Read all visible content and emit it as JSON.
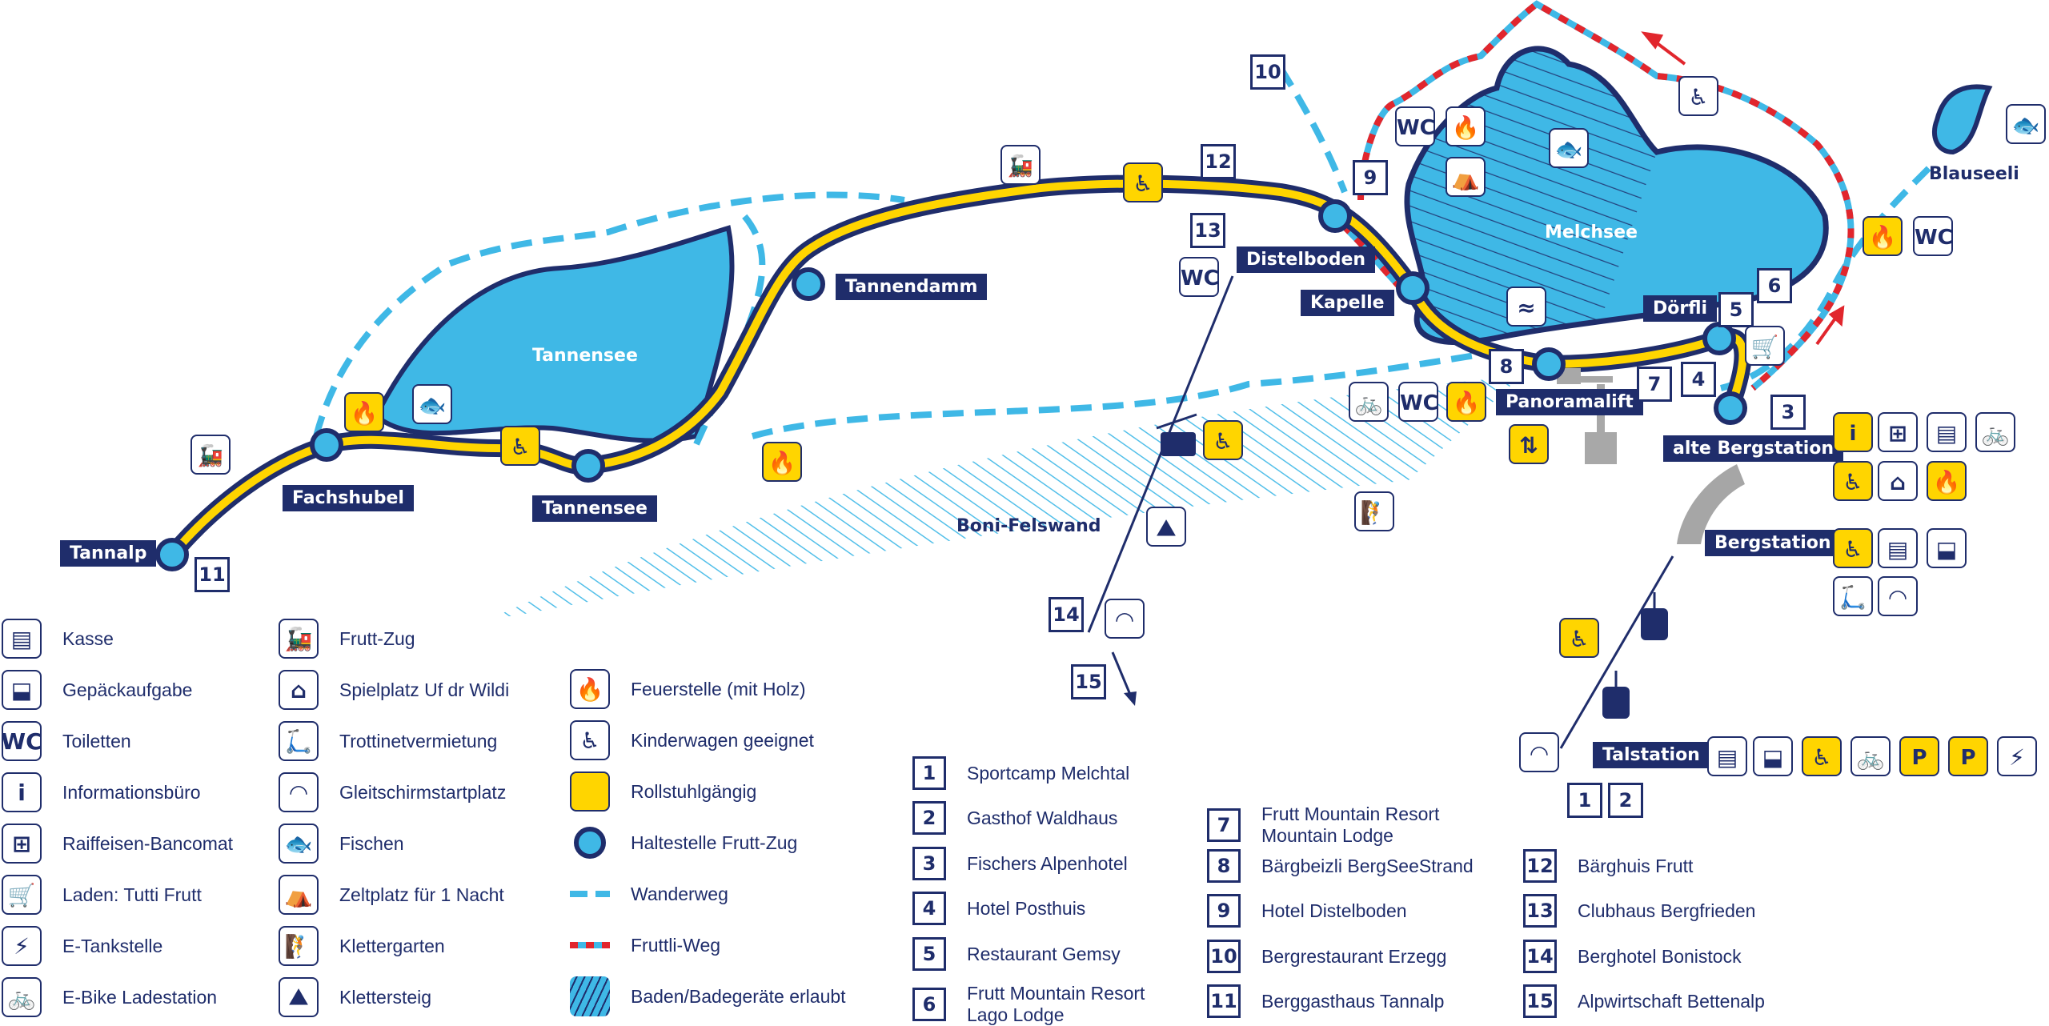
{
  "colors": {
    "navy": "#1f2d6b",
    "lake": "#3fb8e6",
    "yellow": "#ffd500",
    "red": "#e1262d",
    "white": "#ffffff"
  },
  "map": {
    "lakes": {
      "tannensee": "Tannensee",
      "melchsee": "Melchsee",
      "blauseeli": "Blauseeli"
    },
    "area_label": "Boni-Felswand",
    "stops": {
      "tannalp": "Tannalp",
      "fachshubel": "Fachshubel",
      "tannensee": "Tannensee",
      "tannendamm": "Tannendamm",
      "distelboden": "Distelboden",
      "kapelle": "Kapelle",
      "panoramalift": "Panoramalift",
      "doerfli": "Dörfli",
      "alte_bergstation": "alte Bergstation",
      "bergstation": "Bergstation",
      "talstation": "Talstation"
    },
    "markers": [
      "1",
      "2",
      "3",
      "4",
      "5",
      "6",
      "7",
      "8",
      "9",
      "10",
      "11",
      "12",
      "13",
      "14",
      "15"
    ]
  },
  "legend_left": [
    {
      "icon": "cash-register-icon",
      "glyph": "▤",
      "label": "Kasse"
    },
    {
      "icon": "luggage-icon",
      "glyph": "⬓",
      "label": "Gepäckaufgabe"
    },
    {
      "icon": "toilet-icon",
      "glyph": "WC",
      "label": "Toiletten"
    },
    {
      "icon": "info-icon",
      "glyph": "i",
      "label": "Informationsbüro"
    },
    {
      "icon": "atm-icon",
      "glyph": "⊞",
      "label": "Raiffeisen-Bancomat"
    },
    {
      "icon": "shopping-cart-icon",
      "glyph": "🛒",
      "label": "Laden: Tutti Frutt"
    },
    {
      "icon": "ev-charging-icon",
      "glyph": "⚡",
      "label": "E-Tankstelle"
    },
    {
      "icon": "ebike-charging-icon",
      "glyph": "🚲",
      "label": "E-Bike Ladestation"
    }
  ],
  "legend_mid": [
    {
      "icon": "train-icon",
      "glyph": "🚂",
      "label": "Frutt-Zug"
    },
    {
      "icon": "playground-icon",
      "glyph": "⌂",
      "label": "Spielplatz Uf dr Wildi"
    },
    {
      "icon": "scooter-icon",
      "glyph": "🛴",
      "label": "Trottinetvermietung"
    },
    {
      "icon": "paraglider-icon",
      "glyph": "◠",
      "label": "Gleitschirmstartplatz"
    },
    {
      "icon": "fish-icon",
      "glyph": "🐟",
      "label": "Fischen"
    },
    {
      "icon": "tent-icon",
      "glyph": "⛺",
      "label": "Zeltplatz für 1 Nacht"
    },
    {
      "icon": "climbing-garden-icon",
      "glyph": "🧗",
      "label": "Klettergarten"
    },
    {
      "icon": "via-ferrata-icon",
      "glyph": "⛰",
      "label": "Klettersteig"
    }
  ],
  "legend_right": [
    {
      "icon": "fireplace-icon",
      "glyph": "🔥",
      "label": "Feuerstelle (mit Holz)"
    },
    {
      "icon": "stroller-icon",
      "glyph": "♿",
      "label": "Kinderwagen geeignet"
    },
    {
      "icon": "wheelchair-square-icon",
      "glyph": "",
      "label": "Rollstuhlgängig"
    },
    {
      "icon": "train-stop-icon",
      "glyph": "",
      "label": "Haltestelle Frutt-Zug"
    },
    {
      "icon": "hiking-trail-icon",
      "glyph": "",
      "label": "Wanderweg"
    },
    {
      "icon": "fruttli-trail-icon",
      "glyph": "",
      "label": "Fruttli-Weg"
    },
    {
      "icon": "bathing-hatch-icon",
      "glyph": "",
      "label": "Baden/Badegeräte erlaubt"
    }
  ],
  "hotels_col1": [
    {
      "num": "1",
      "name": "Sportcamp Melchtal"
    },
    {
      "num": "2",
      "name": "Gasthof Waldhaus"
    },
    {
      "num": "3",
      "name": "Fischers Alpenhotel"
    },
    {
      "num": "4",
      "name": "Hotel Posthuis"
    },
    {
      "num": "5",
      "name": "Restaurant Gemsy"
    },
    {
      "num": "6",
      "name": "Frutt Mountain Resort Lago Lodge"
    }
  ],
  "hotels_col2": [
    {
      "num": "7",
      "name": "Frutt Mountain Resort Mountain Lodge"
    },
    {
      "num": "8",
      "name": "Bärgbeizli BergSeeStrand"
    },
    {
      "num": "9",
      "name": "Hotel Distelboden"
    },
    {
      "num": "10",
      "name": "Bergrestaurant Erzegg"
    },
    {
      "num": "11",
      "name": "Berggasthaus Tannalp"
    }
  ],
  "hotels_col3": [
    {
      "num": "12",
      "name": "Bärghuis Frutt"
    },
    {
      "num": "13",
      "name": "Clubhaus Bergfrieden"
    },
    {
      "num": "14",
      "name": "Berghotel Bonistock"
    },
    {
      "num": "15",
      "name": "Alpwirtschaft Bettenalp"
    }
  ],
  "icon_text": {
    "wc": "WC",
    "info": "i",
    "parking": "P"
  }
}
